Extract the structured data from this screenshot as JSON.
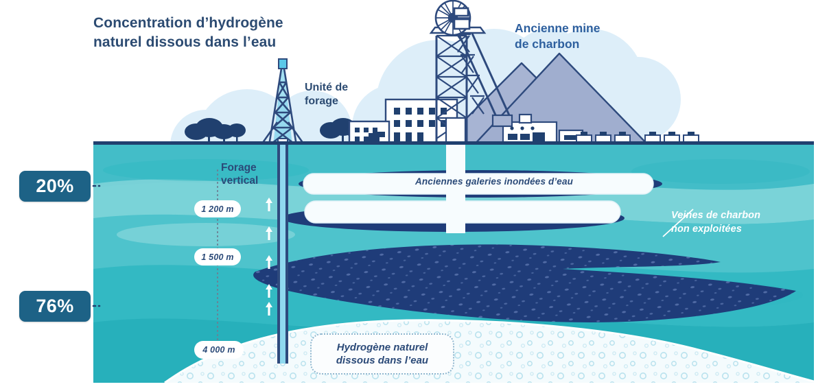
{
  "title": {
    "line1": "Concentration d’hydrogène",
    "line2": "naturel dissous dans l’eau"
  },
  "labels": {
    "mine_l1": "Ancienne mine",
    "mine_l2": "de charbon",
    "drill_unit_l1": "Unité de",
    "drill_unit_l2": "forage",
    "vertical_drill_l1": "Forage",
    "vertical_drill_l2": "vertical",
    "galleries": "Anciennes galeries inondées d’eau",
    "coal_veins_l1": "Veines de charbon",
    "coal_veins_l2": "non exploitées",
    "hydrogen_l1": "Hydrogène naturel",
    "hydrogen_l2": "dissous dans l’eau"
  },
  "concentrations": [
    {
      "value": "20%",
      "depth_ref": "1 200 m"
    },
    {
      "value": "76%",
      "depth_ref": "4 000 m"
    }
  ],
  "depth_markers": [
    "1 200 m",
    "1 500 m",
    "4 000 m"
  ],
  "colors": {
    "navy": "#1f3c79",
    "title_blue": "#2c4b72",
    "mine_label_blue": "#2d5f9e",
    "badge_blue": "#1d6286",
    "water_top": "#4ec3cc",
    "water_mid": "#7fd6d8",
    "water_deep": "#2bb3bd",
    "sky_cloud": "#ddeef9",
    "slag_grey": "#a7b4d3",
    "bedrock": "#f2fafc",
    "white": "#ffffff"
  },
  "chart_data": {
    "type": "diagram",
    "title": "Concentration d’hydrogène naturel dissous dans l’eau",
    "unit": "%",
    "categories": [
      "1 200 m",
      "4 000 m"
    ],
    "values": [
      20,
      76
    ],
    "annotations": [
      "Ancienne mine de charbon",
      "Unité de forage",
      "Forage vertical",
      "Anciennes galeries inondées d’eau",
      "Veines de charbon non exploitées",
      "Hydrogène naturel dissous dans l’eau"
    ],
    "depth_axis": [
      "1 200 m",
      "1 500 m",
      "4 000 m"
    ]
  }
}
